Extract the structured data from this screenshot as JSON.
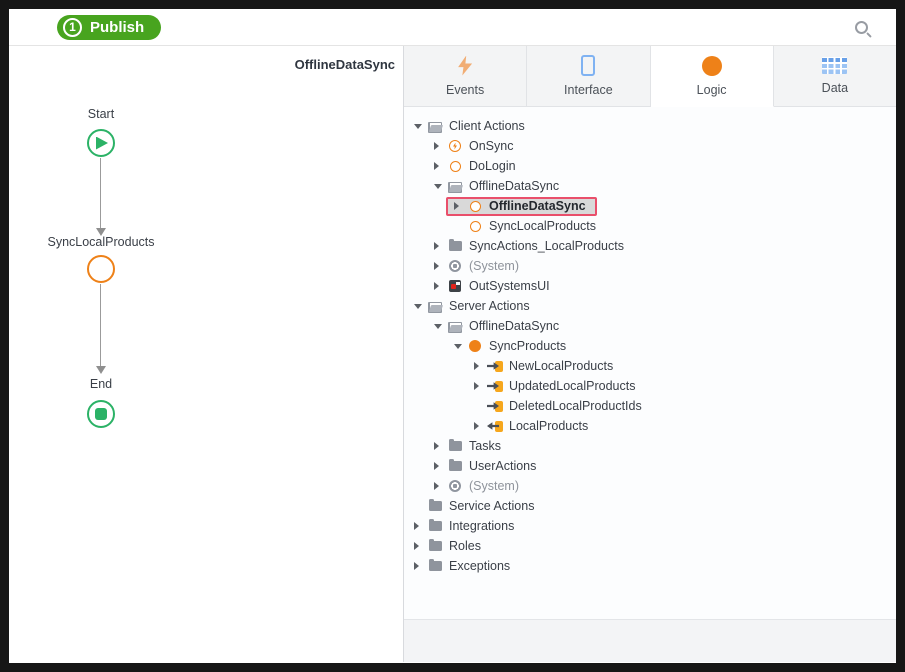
{
  "colors": {
    "accent_orange": "#ee8118",
    "node_green": "#2bb266",
    "publish_green": "#48a41f",
    "selection_pink": "#e94f6b",
    "param_orange": "#f6a71d",
    "tab_blue": "#7fb2f2"
  },
  "topbar": {
    "publish_badge": "1",
    "publish_label": "Publish"
  },
  "canvas": {
    "title": "OfflineDataSync"
  },
  "flow": {
    "nodes": [
      {
        "name": "Start",
        "type": "start"
      },
      {
        "name": "SyncLocalProducts",
        "type": "client-action"
      },
      {
        "name": "End",
        "type": "end"
      }
    ]
  },
  "panel": {
    "tabs": [
      {
        "label": "Events",
        "icon": "lightning-icon",
        "active": false
      },
      {
        "label": "Interface",
        "icon": "phone-icon",
        "active": false
      },
      {
        "label": "Logic",
        "icon": "circle-icon",
        "active": true
      },
      {
        "label": "Data",
        "icon": "table-icon",
        "active": false
      }
    ],
    "tree": {
      "items": [
        {
          "label": "Client Actions",
          "icon": "folder-open-icon",
          "level": 0,
          "expander": "expanded"
        },
        {
          "label": "OnSync",
          "icon": "event-action-icon",
          "level": 1,
          "expander": "collapsed"
        },
        {
          "label": "DoLogin",
          "icon": "client-action-icon",
          "level": 1,
          "expander": "collapsed"
        },
        {
          "label": "OfflineDataSync",
          "icon": "folder-open-icon",
          "level": 1,
          "expander": "expanded"
        },
        {
          "label": "OfflineDataSync",
          "icon": "client-action-icon",
          "level": 2,
          "expander": "collapsed",
          "selected": true,
          "bold": true
        },
        {
          "label": "SyncLocalProducts",
          "icon": "client-action-icon",
          "level": 2,
          "expander": "none"
        },
        {
          "label": "SyncActions_LocalProducts",
          "icon": "folder-closed-icon",
          "level": 1,
          "expander": "collapsed"
        },
        {
          "label": "(System)",
          "icon": "system-icon",
          "level": 1,
          "expander": "collapsed",
          "muted": true
        },
        {
          "label": "OutSystemsUI",
          "icon": "outsystemsui-icon",
          "level": 1,
          "expander": "collapsed"
        },
        {
          "label": "Server Actions",
          "icon": "folder-open-icon",
          "level": 0,
          "expander": "expanded"
        },
        {
          "label": "OfflineDataSync",
          "icon": "folder-open-icon",
          "level": 1,
          "expander": "expanded"
        },
        {
          "label": "SyncProducts",
          "icon": "server-action-icon",
          "level": 2,
          "expander": "expanded"
        },
        {
          "label": "NewLocalProducts",
          "icon": "input-parameter-icon",
          "level": 3,
          "expander": "collapsed"
        },
        {
          "label": "UpdatedLocalProducts",
          "icon": "input-parameter-icon",
          "level": 3,
          "expander": "collapsed"
        },
        {
          "label": "DeletedLocalProductIds",
          "icon": "input-parameter-icon",
          "level": 3,
          "expander": "none"
        },
        {
          "label": "LocalProducts",
          "icon": "output-parameter-icon",
          "level": 3,
          "expander": "collapsed"
        },
        {
          "label": "Tasks",
          "icon": "folder-closed-icon",
          "level": 1,
          "expander": "collapsed"
        },
        {
          "label": "UserActions",
          "icon": "folder-closed-icon",
          "level": 1,
          "expander": "collapsed"
        },
        {
          "label": "(System)",
          "icon": "system-icon",
          "level": 1,
          "expander": "collapsed",
          "muted": true
        },
        {
          "label": "Service Actions",
          "icon": "folder-closed-icon",
          "level": 0,
          "expander": "none"
        },
        {
          "label": "Integrations",
          "icon": "folder-closed-icon",
          "level": 0,
          "expander": "collapsed"
        },
        {
          "label": "Roles",
          "icon": "folder-closed-icon",
          "level": 0,
          "expander": "collapsed"
        },
        {
          "label": "Exceptions",
          "icon": "folder-closed-icon",
          "level": 0,
          "expander": "collapsed"
        }
      ]
    }
  }
}
